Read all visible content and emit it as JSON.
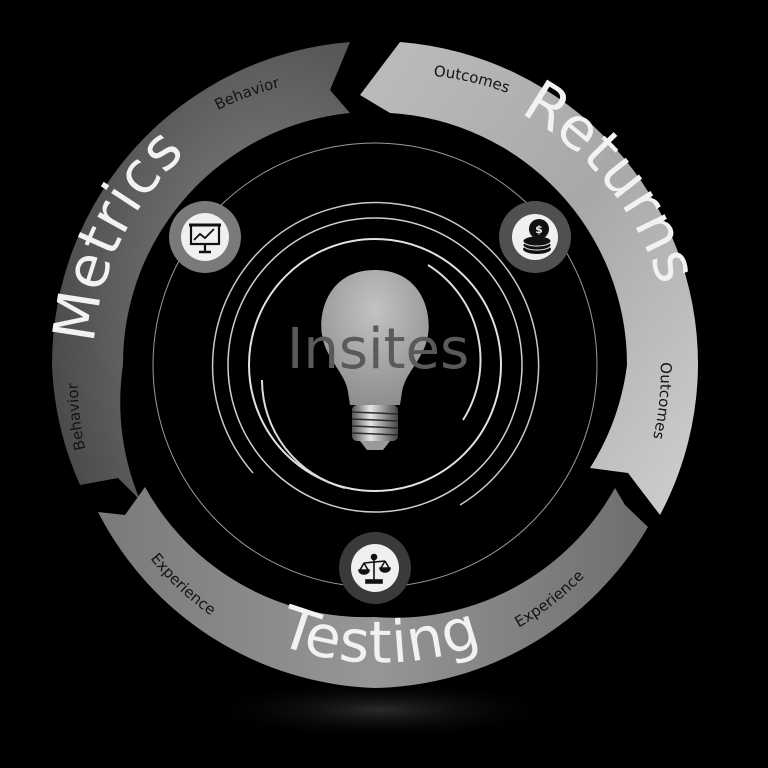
{
  "diagram": {
    "title": "Insites",
    "segments": [
      {
        "label": "Metrics",
        "sub_labels": [
          "Behavior",
          "Behavior"
        ],
        "icon": "presentation-chart-icon"
      },
      {
        "label": "Returns",
        "sub_labels": [
          "Outcomes",
          "Outcomes"
        ],
        "icon": "coin-stack-dollar-icon"
      },
      {
        "label": "Testing",
        "sub_labels": [
          "Experience",
          "Experience"
        ],
        "icon": "balance-scale-icon"
      }
    ],
    "center_icon": "lightbulb-icon",
    "colors": {
      "background": "#000000",
      "band_light": "#b5b5b5",
      "band_mid": "#8a8a8a",
      "band_dark": "#4a4a4a",
      "label_light": "#f2f2f2",
      "label_dark": "#141414",
      "ring": "#cfcfcf"
    }
  }
}
